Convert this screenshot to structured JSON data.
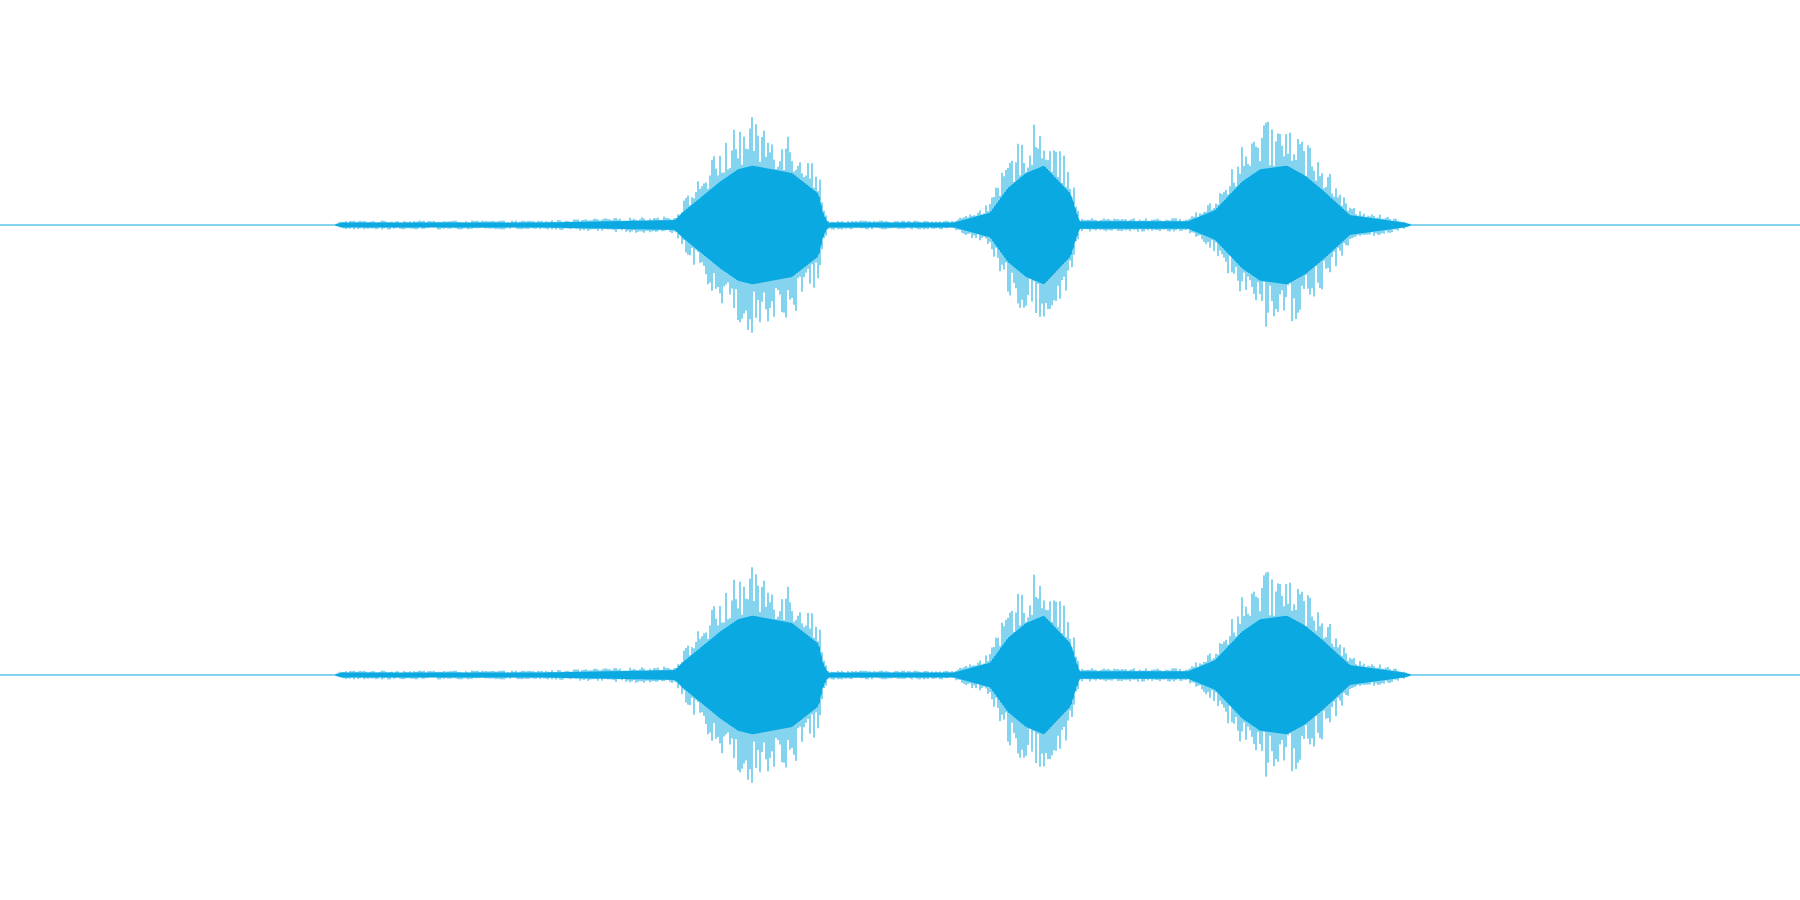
{
  "chart_data": {
    "type": "area",
    "title": "",
    "xlabel": "",
    "ylabel": "",
    "grid": false,
    "legend": "none",
    "color": "#0aa9e1",
    "x_range": [
      0,
      1
    ],
    "y_range": [
      -1,
      1
    ],
    "channels": [
      {
        "name": "",
        "envelope": {
          "x": [
            0.0,
            0.185,
            0.19,
            0.3,
            0.375,
            0.379,
            0.4,
            0.41,
            0.418,
            0.44,
            0.455,
            0.457,
            0.46,
            0.53,
            0.55,
            0.56,
            0.57,
            0.58,
            0.595,
            0.598,
            0.6,
            0.66,
            0.675,
            0.69,
            0.7,
            0.715,
            0.725,
            0.735,
            0.75,
            0.78,
            0.785,
            1.0
          ],
          "peak": [
            0.0,
            0.0,
            0.02,
            0.02,
            0.04,
            0.1,
            0.35,
            0.45,
            0.48,
            0.42,
            0.25,
            0.1,
            0.02,
            0.02,
            0.1,
            0.3,
            0.42,
            0.48,
            0.25,
            0.1,
            0.03,
            0.03,
            0.12,
            0.35,
            0.45,
            0.48,
            0.4,
            0.28,
            0.08,
            0.02,
            0.0,
            0.0
          ]
        }
      },
      {
        "name": "",
        "envelope": {
          "x": [
            0.0,
            0.185,
            0.19,
            0.3,
            0.375,
            0.379,
            0.4,
            0.41,
            0.418,
            0.44,
            0.455,
            0.457,
            0.46,
            0.53,
            0.55,
            0.56,
            0.57,
            0.58,
            0.595,
            0.598,
            0.6,
            0.66,
            0.675,
            0.69,
            0.7,
            0.715,
            0.725,
            0.735,
            0.75,
            0.78,
            0.785,
            1.0
          ],
          "peak": [
            0.0,
            0.0,
            0.02,
            0.02,
            0.04,
            0.1,
            0.35,
            0.45,
            0.48,
            0.42,
            0.25,
            0.1,
            0.02,
            0.02,
            0.1,
            0.3,
            0.42,
            0.48,
            0.25,
            0.1,
            0.03,
            0.03,
            0.12,
            0.35,
            0.45,
            0.48,
            0.4,
            0.28,
            0.08,
            0.02,
            0.0,
            0.0
          ]
        }
      }
    ]
  }
}
